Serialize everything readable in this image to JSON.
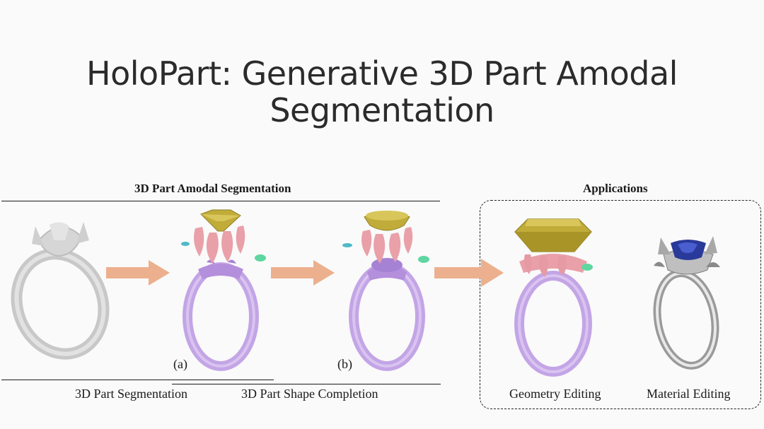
{
  "title": "HoloPart: Generative 3D Part Amodal Segmentation",
  "figure": {
    "left_heading": "3D Part Amodal Segmentation",
    "right_heading": "Applications",
    "label_a": "(a)",
    "label_b": "(b)",
    "caption_segmentation": "3D Part Segmentation",
    "caption_completion": "3D Part Shape Completion",
    "caption_geometry": "Geometry Editing",
    "caption_material": "Material Editing"
  },
  "colors": {
    "band": "#c3a5e6",
    "gem": "#c1ac3a",
    "petals": "#e9a0a8",
    "accent_leaf": "#5fd6a0",
    "arrow": "#ecb08e",
    "silver": "#d0d0d0",
    "sapphire": "#2a3a9a"
  }
}
